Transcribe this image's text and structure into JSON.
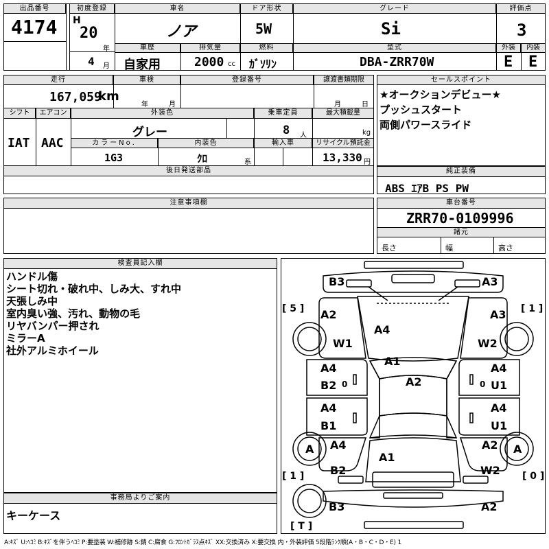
{
  "header": {
    "lot_label": "出品番号",
    "lot_no": "4174",
    "reg_label": "初度登録",
    "era": "H",
    "year": "20",
    "year_unit": "年",
    "month": "4",
    "month_unit": "月",
    "car_name_label": "車名",
    "car_name": "ノア",
    "door_label": "ドア形状",
    "door": "5W",
    "grade_label": "グレード",
    "grade": "Si",
    "score_label": "評価点",
    "score": "3",
    "history_label": "車歴",
    "history": "自家用",
    "disp_label": "排気量",
    "disp": "2000",
    "disp_unit": "cc",
    "fuel_label": "燃料",
    "fuel": "ｶﾞｿﾘﾝ",
    "model_label": "型式",
    "model": "DBA-ZRR70W",
    "ext_label": "外装",
    "ext": "E",
    "int_label": "内装",
    "int": "E"
  },
  "row2": {
    "mileage_label": "走行",
    "mileage": "167,059",
    "mileage_unit": "km",
    "inspection_label": "車検",
    "inspection_year": "年",
    "inspection_month": "月",
    "regno_label": "登録番号",
    "transfer_label": "譲渡書類期限",
    "transfer_month": "月",
    "transfer_day": "日",
    "shift_label": "シフト",
    "shift": "IAT",
    "ac_label": "エアコン",
    "ac": "AAC",
    "color_label": "外装色",
    "color": "グレー",
    "capacity_label": "乗車定員",
    "capacity": "8",
    "capacity_unit": "人",
    "load_label": "最大積載量",
    "load_unit": "kg",
    "colorno_label": "カラーNo.",
    "colorno": "1G3",
    "intcolor_label": "内装色",
    "intcolor": "ｸﾛ",
    "intcolor_unit": "系",
    "import_label": "輸入車",
    "recycle_label": "リサイクル預託金",
    "recycle": "13,330",
    "recycle_unit": "円",
    "later_label": "後日発送部品"
  },
  "sales": {
    "label": "セールスポイント",
    "lines": [
      "★オークションデビュー★",
      "プッシュスタート",
      "両側パワースライド"
    ]
  },
  "equipment": {
    "label": "純正装備",
    "value": "ABS ｴｱB PS PW"
  },
  "notes": {
    "label": "注意事項欄"
  },
  "chassis": {
    "label": "車台番号",
    "value": "ZRR70-0109996",
    "specs_label": "諸元",
    "length_label": "長さ",
    "width_label": "幅",
    "height_label": "高さ"
  },
  "inspector": {
    "label": "検査員記入欄",
    "lines": [
      "ハンドル傷",
      "シート切れ・破れ中、しみ大、すれ中",
      "天張しみ中",
      "室内臭い強、汚れ、動物の毛",
      "リヤバンパー押され",
      "ミラーA",
      "社外アルミホイール"
    ]
  },
  "office": {
    "label": "事務局よりご案内",
    "value": "キーケース"
  },
  "diagram": {
    "marks": {
      "b3_tl": "B3",
      "a3_tr": "A3",
      "a2_l": "A2",
      "a3_r": "A3",
      "w1": "W1",
      "a4_hood": "A4",
      "w2": "W2",
      "a1_top": "A1",
      "a2_roof": "A2",
      "a4_l1": "A4",
      "b2_l": "B2",
      "a4_r1": "A4",
      "u1_r1": "U1",
      "a4_l2": "A4",
      "b1_l": "B1",
      "a4_r2": "A4",
      "u1_r2": "U1",
      "a_wl": "A",
      "a4_l3": "A4",
      "a2_r3": "A2",
      "a_wr": "A",
      "a1_bot": "A1",
      "b2_bl": "B2",
      "w2_br": "W2",
      "b3_bl": "B3",
      "a2_br": "A2"
    },
    "brackets": {
      "left_top": "[ 5 ]",
      "right_top": "[ 1 ]",
      "left_bot": "[ 1 ]",
      "right_bot": "[ 0 ]",
      "tire": "[ T ]"
    },
    "tread_left": "0",
    "tread_right": "0"
  },
  "legend": "A:ｷｽﾞ U:ﾍｺﾐ B:ｷｽﾞを伴うﾍｺﾐ P:要塗装 W:補修跡 S:錆 C:腐食 G:ﾌﾛﾝﾄｶﾞﾗｽ点ｷｽﾞ XX:交換済み X:要交換 内・外装評価 5段階ﾗﾝｸ順(A・B・C・D・E) 1"
}
